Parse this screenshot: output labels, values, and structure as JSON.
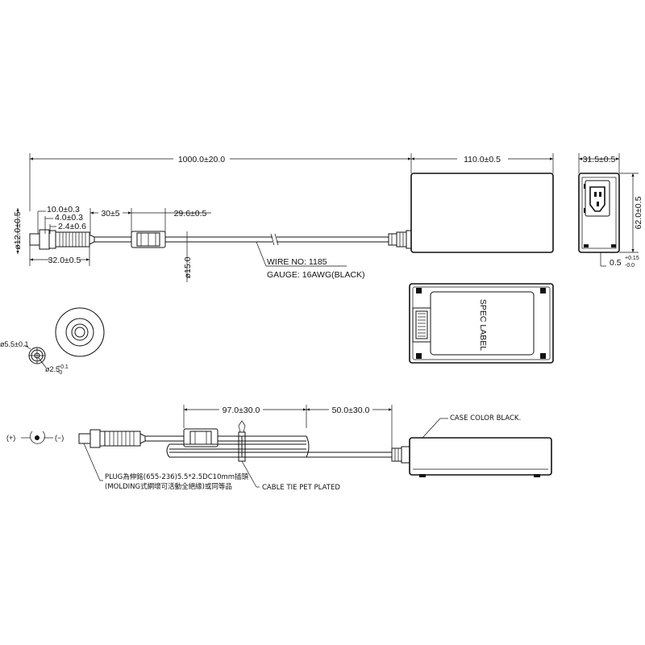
{
  "top_view": {
    "cable_length": "1000.0±20.0",
    "case_length": "110.0±0.5",
    "plug_dia": "ø12.0±0.5",
    "plug_len_a": "10.0±0.3",
    "plug_len_b": "4.0±0.3",
    "plug_len_c": "2.4±0.6",
    "plug_total": "32.0±0.5",
    "core_offset": "30±5",
    "core_length": "29.6±0.5",
    "core_dia": "ø15.0",
    "wire_no": "WIRE NO: 1185",
    "gauge": "GAUGE: 16AWG(BLACK)"
  },
  "side_view": {
    "thickness": "31.5±0.5",
    "width": "62.0±0.5",
    "foot_height": "0.5",
    "foot_tol_upper": "+0.15",
    "foot_tol_lower": "-0.0"
  },
  "bottom_view": {
    "label": "SPEC LABEL"
  },
  "plug_detail": {
    "outer_dia": "ø5.5±0.1",
    "inner_dia": "ø2.5",
    "inner_tol_upper": "+0.1",
    "inner_tol_lower": "-0"
  },
  "lower_view": {
    "polarity_pos": "(+)",
    "polarity_neg": "(−)",
    "dim_core": "97.0±30.0",
    "dim_tail": "50.0±30.0",
    "case_color": "CASE  COLOR  BLACK.",
    "plug_note_1": "PLUG為伸銘(655-236)5.5*2.5DC10mm插頭",
    "plug_note_2": "(MOLDING式網壞可活動全絕緣)或同等品",
    "cable_tie": "CABLE  TIE   PET  PLATED"
  }
}
